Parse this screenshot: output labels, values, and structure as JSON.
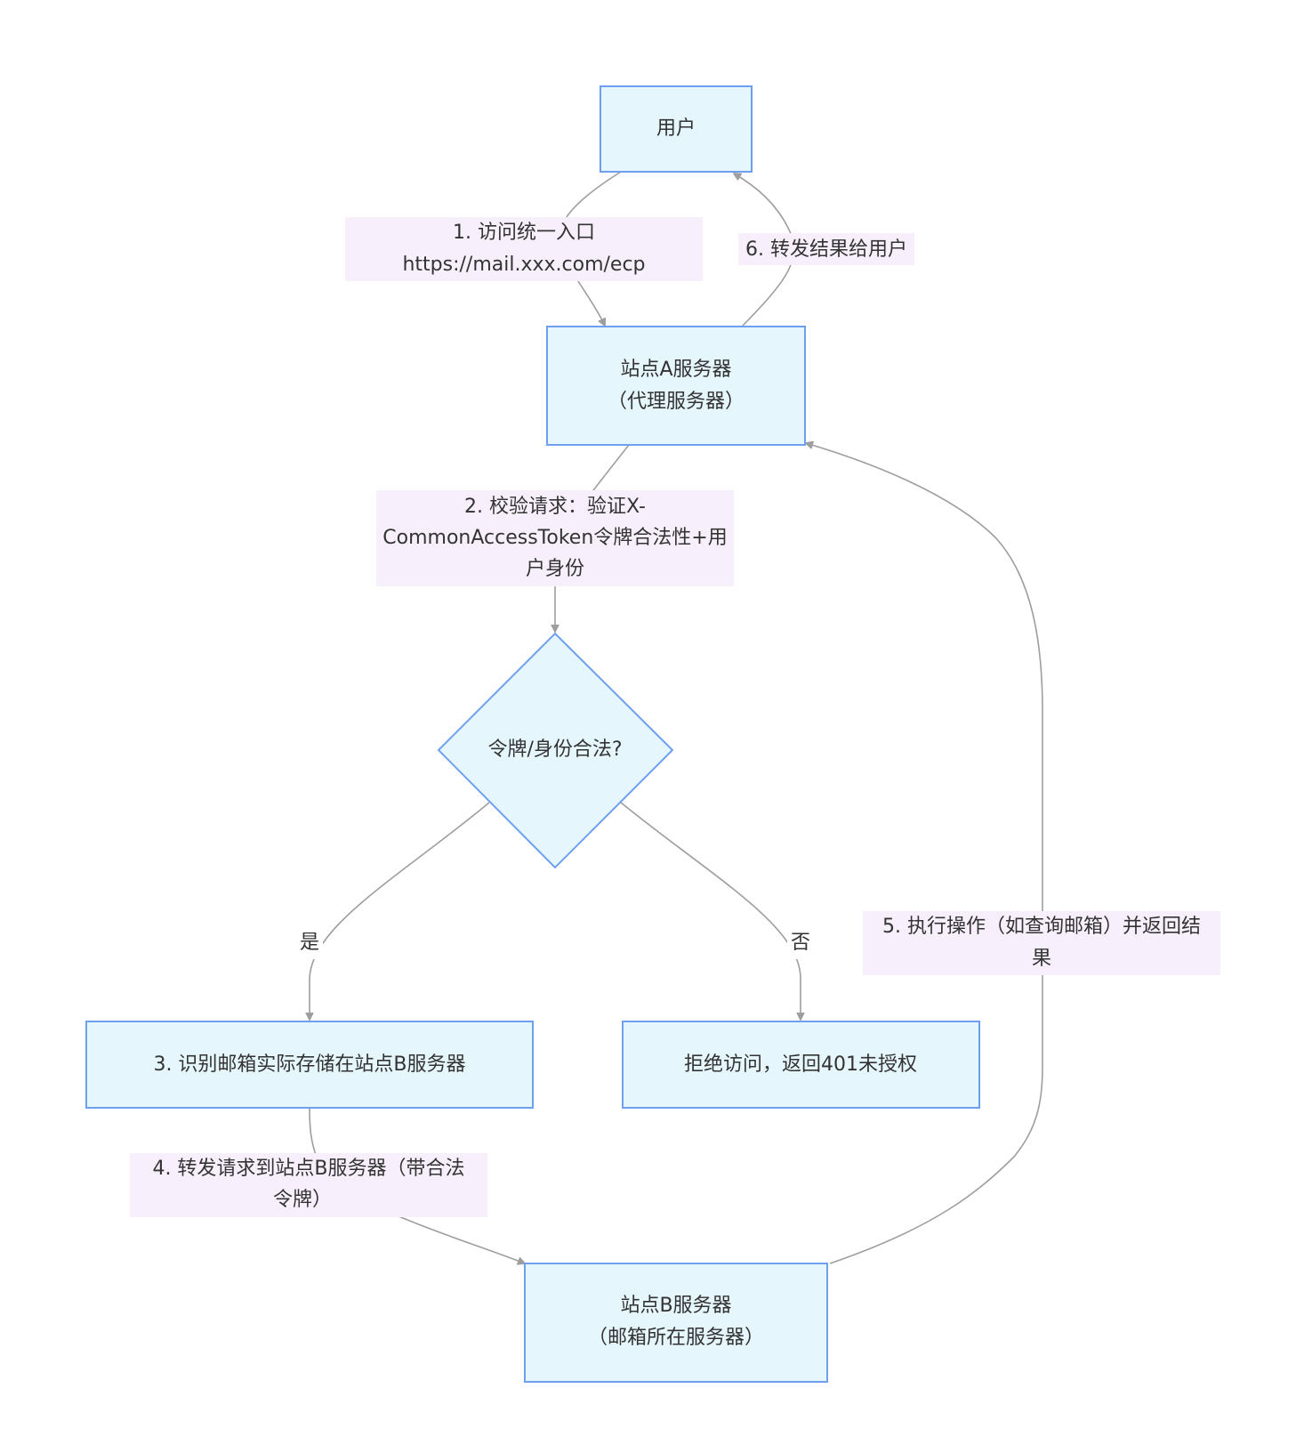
{
  "nodes": {
    "user": {
      "lines": [
        "用户"
      ]
    },
    "siteA": {
      "lines": [
        "站点A服务器",
        "（代理服务器）"
      ]
    },
    "decision": {
      "lines": [
        "令牌/身份合法?"
      ]
    },
    "identify": {
      "lines": [
        "3. 识别邮箱实际存储在站点B服务器"
      ]
    },
    "reject": {
      "lines": [
        "拒绝访问，返回401未授权"
      ]
    },
    "siteB": {
      "lines": [
        "站点B服务器",
        "（邮箱所在服务器）"
      ]
    }
  },
  "edges": {
    "e1": {
      "lines": [
        "1. 访问统一入口",
        "https://mail.xxx.com/ecp"
      ]
    },
    "e6": {
      "lines": [
        "6. 转发结果给用户"
      ]
    },
    "e2": {
      "lines": [
        "2. 校验请求：验证X-",
        "CommonAccessToken令牌合法性+用",
        "户身份"
      ]
    },
    "yes": {
      "lines": [
        "是"
      ]
    },
    "no": {
      "lines": [
        "否"
      ]
    },
    "e5": {
      "lines": [
        "5. 执行操作（如查询邮箱）并返回结",
        "果"
      ]
    },
    "e4": {
      "lines": [
        "4. 转发请求到站点B服务器（带合法",
        "令牌）"
      ]
    }
  }
}
